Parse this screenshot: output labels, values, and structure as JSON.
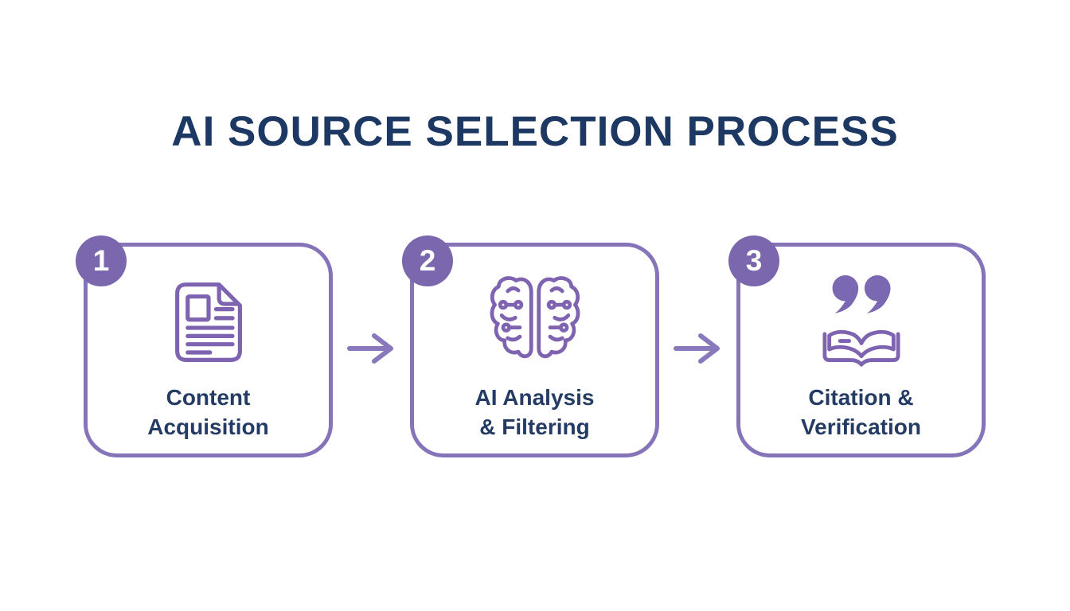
{
  "title": "AI SOURCE SELECTION PROCESS",
  "colors": {
    "title_navy": "#1d3963",
    "label_navy": "#243b63",
    "badge_purple": "#7a67ad",
    "card_border_purple": "#8674ba",
    "icon_stroke_purple": "#7d63b0",
    "quote_fill_purple": "#7b68b2",
    "arrow_purple": "#8a78bd",
    "background": "#ffffff"
  },
  "steps": [
    {
      "number": "1",
      "icon": "document-icon",
      "label_line1": "Content",
      "label_line2": "Acquisition"
    },
    {
      "number": "2",
      "icon": "brain-icon",
      "label_line1": "AI Analysis",
      "label_line2": "& Filtering"
    },
    {
      "number": "3",
      "icon": "quote-book-icon",
      "label_line1": "Citation &",
      "label_line2": "Verification"
    }
  ],
  "connectors": [
    {
      "icon": "arrow-right-icon"
    },
    {
      "icon": "arrow-right-icon"
    }
  ]
}
